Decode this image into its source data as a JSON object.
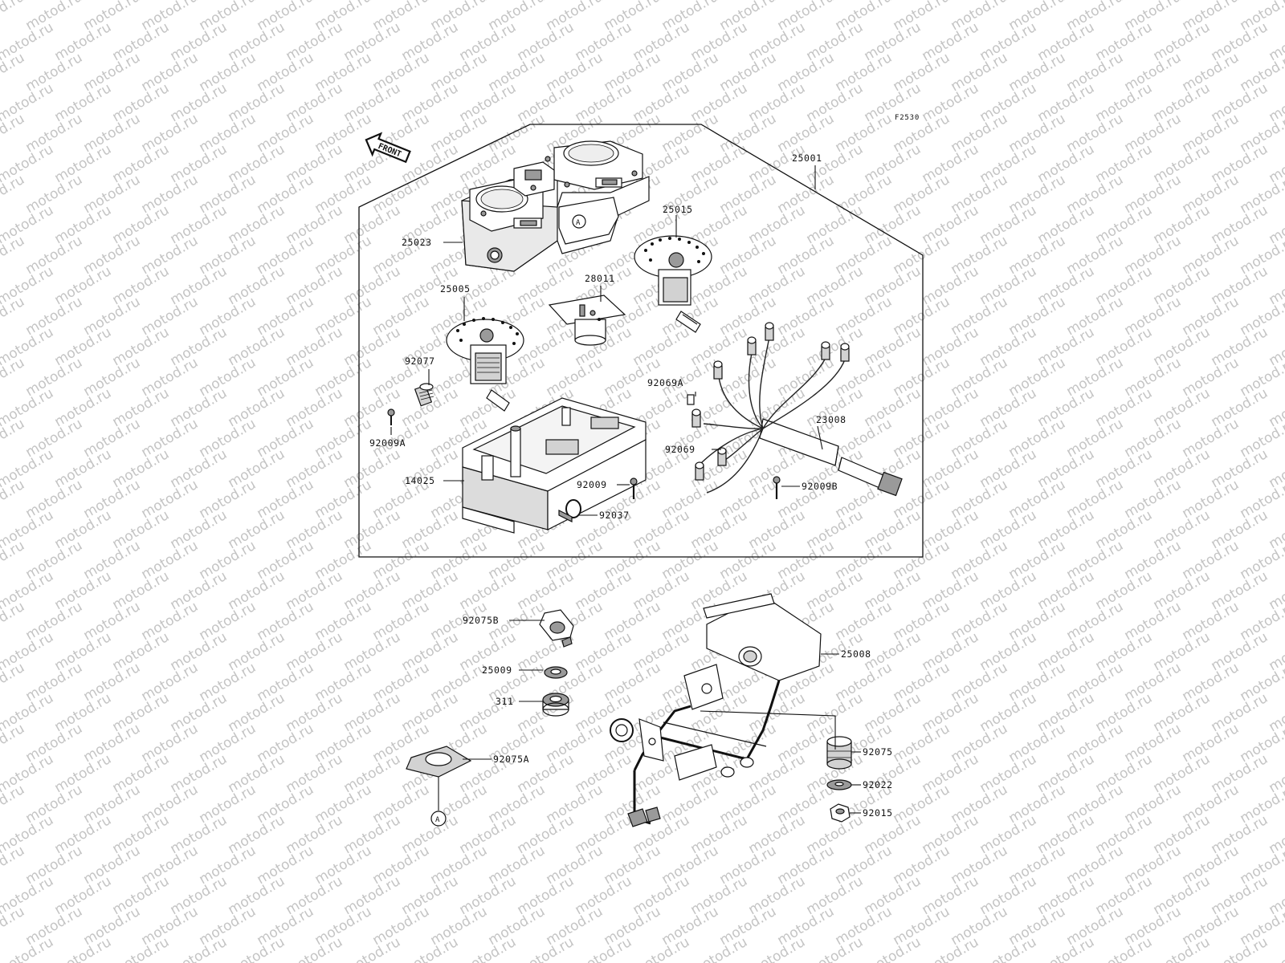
{
  "watermark_text": "motod.ru",
  "figure_code": "F2530",
  "front_arrow_label": "FRONT",
  "ref_marks": {
    "a1": "A",
    "a2": "A"
  },
  "parts": {
    "p25001": "25001",
    "p25023": "25023",
    "p25015": "25015",
    "p25005": "25005",
    "p28011": "28011",
    "p92077": "92077",
    "p92009a": "92009A",
    "p92069a": "92069A",
    "p23008": "23008",
    "p92069": "92069",
    "p14025": "14025",
    "p92009": "92009",
    "p92009b": "92009B",
    "p92037": "92037",
    "p92075b": "92075B",
    "p25009": "25009",
    "p311": "311",
    "p92075a": "92075A",
    "p25008": "25008",
    "p92075": "92075",
    "p92022": "92022",
    "p92015": "92015"
  }
}
